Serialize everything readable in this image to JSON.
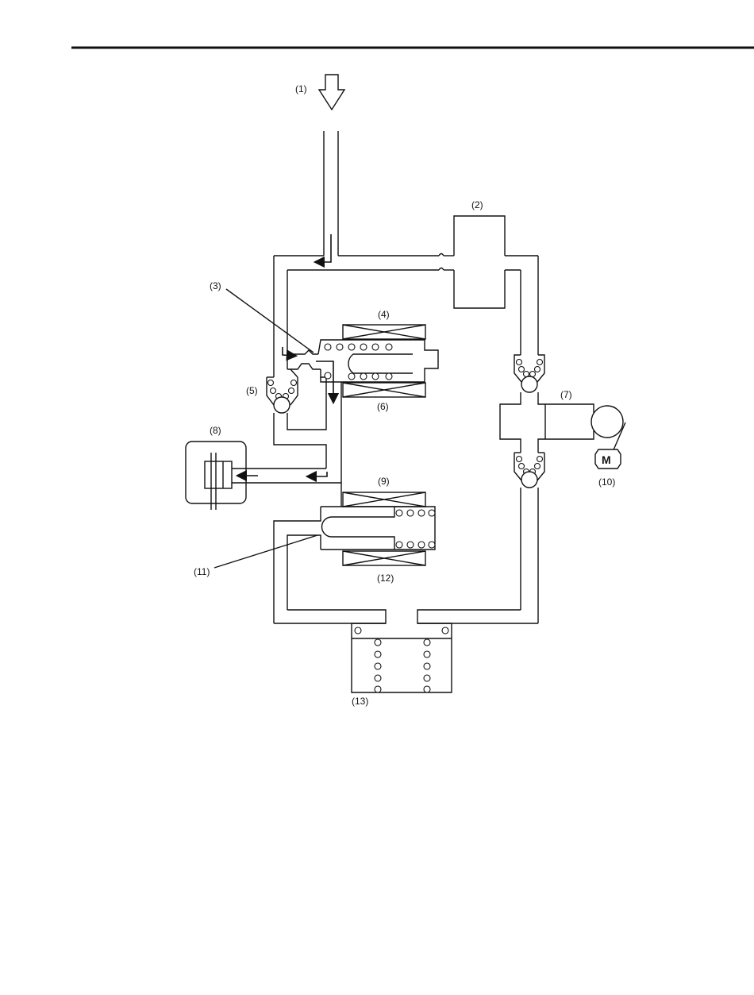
{
  "labels": {
    "l1": "(1)",
    "l2": "(2)",
    "l3": "(3)",
    "l4": "(4)",
    "l5": "(5)",
    "l6": "(6)",
    "l7": "(7)",
    "l8": "(8)",
    "l9": "(9)",
    "l10": "(10)",
    "l11": "(11)",
    "l12": "(12)",
    "l13": "(13)"
  },
  "motor_symbol": "M"
}
